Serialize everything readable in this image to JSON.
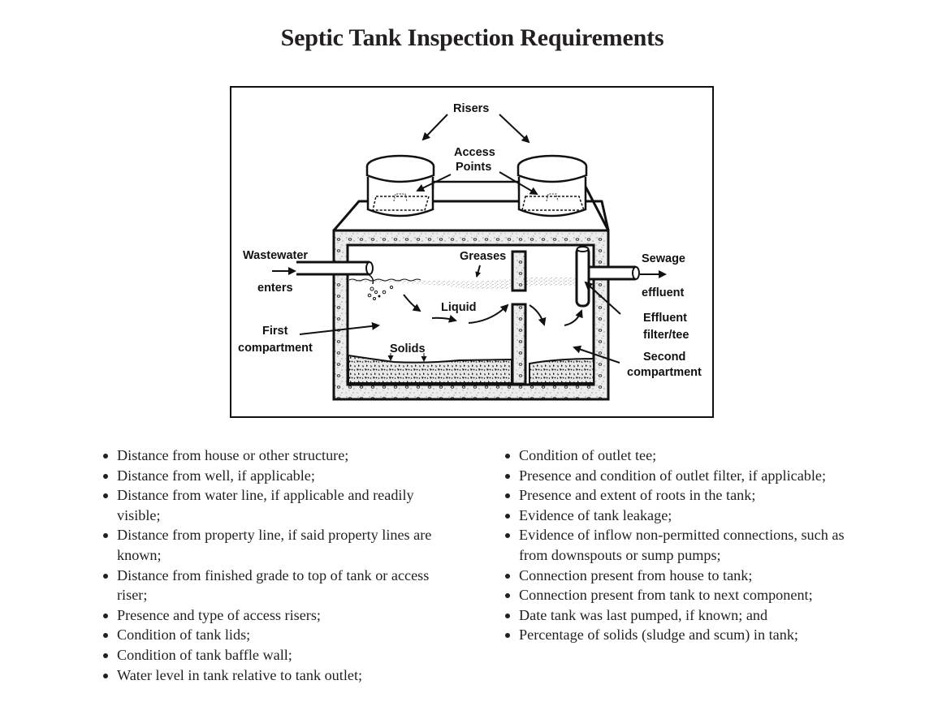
{
  "title": "Septic Tank Inspection Requirements",
  "diagram": {
    "labels": {
      "risers": "Risers",
      "access_points_line1": "Access",
      "access_points_line2": "Points",
      "wastewater_line1": "Wastewater",
      "wastewater_line2": "enters",
      "greases": "Greases",
      "liquid": "Liquid",
      "first_compartment_line1": "First",
      "first_compartment_line2": "compartment",
      "solids": "Solids",
      "sewage_line1": "Sewage",
      "sewage_line2": "effluent",
      "effluent_filter_line1": "Effluent",
      "effluent_filter_line2": "filter/tee",
      "second_compartment_line1": "Second",
      "second_compartment_line2": "compartment"
    }
  },
  "requirements_left": [
    "Distance from house or other structure;",
    "Distance from well, if applicable;",
    "Distance from water line, if applicable and readily visible;",
    "Distance from property line, if said property lines are known;",
    "Distance from finished grade to top of tank or access riser;",
    "Presence and type of access risers;",
    "Condition of tank lids;",
    "Condition of tank baffle wall;",
    "Water level in tank relative to tank outlet;"
  ],
  "requirements_right": [
    "Condition of outlet tee;",
    "Presence and condition of outlet filter, if applicable;",
    "Presence and extent of roots in the tank;",
    "Evidence of tank leakage;",
    "Evidence of inflow non-permitted connections, such as from downspouts or sump pumps;",
    "Connection present from house to tank;",
    "Connection present from tank to next component;",
    "Date tank was last pumped, if known; and",
    "Percentage of solids (sludge and scum) in tank;"
  ]
}
